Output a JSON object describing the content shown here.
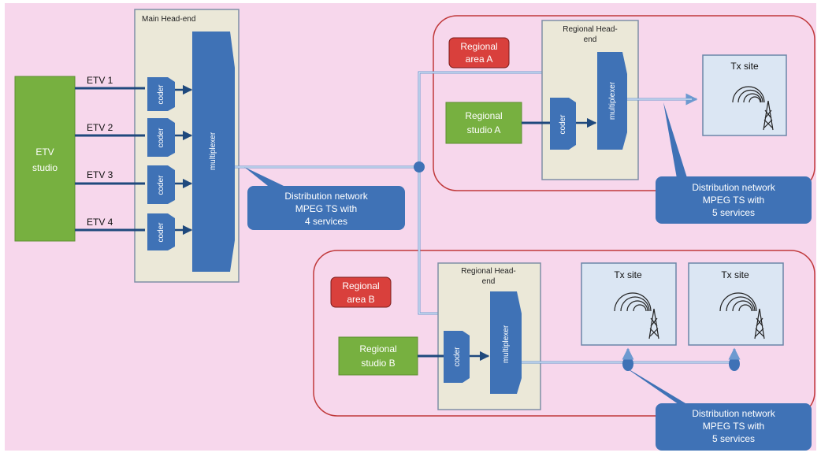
{
  "diagram": {
    "colors": {
      "background": "#f7d7ec",
      "studio_fill": "#77b040",
      "headend_fill": "#ebe8d8",
      "shape_blue": "#3f72b6",
      "line_dark_blue": "#1f497d",
      "line_light_blue": "#6d9ad0",
      "region_border": "#c0393b",
      "region_label_fill": "#d9403c",
      "tx_fill": "#dbe6f3"
    },
    "main_headend": {
      "title": "Main Head-end",
      "coder_label": "coder",
      "multiplexer_label": "multiplexer"
    },
    "etv_studio": {
      "line1": "ETV",
      "line2": "studio"
    },
    "channels": [
      "ETV 1",
      "ETV 2",
      "ETV 3",
      "ETV 4"
    ],
    "main_distribution": {
      "line1": "Distribution network",
      "line2": "MPEG TS with",
      "line3": "4 services"
    },
    "region_a": {
      "label_line1": "Regional",
      "label_line2": "area  A",
      "headend_title_line1": "Regional Head-",
      "headend_title_line2": "end",
      "studio_line1": "Regional",
      "studio_line2": "studio A",
      "coder_label": "coder",
      "multiplexer_label": "multiplexer",
      "tx_title": "Tx site",
      "distribution": {
        "line1": "Distribution network",
        "line2": "MPEG TS with",
        "line3": "5 services"
      }
    },
    "region_b": {
      "label_line1": "Regional",
      "label_line2": "area B",
      "headend_title_line1": "Regional Head-",
      "headend_title_line2": "end",
      "studio_line1": "Regional",
      "studio_line2": "studio  B",
      "coder_label": "coder",
      "multiplexer_label": "multiplexer",
      "tx1_title": "Tx site",
      "tx2_title": "Tx site",
      "distribution": {
        "line1": "Distribution network",
        "line2": "MPEG TS with",
        "line3": "5 services"
      }
    }
  }
}
